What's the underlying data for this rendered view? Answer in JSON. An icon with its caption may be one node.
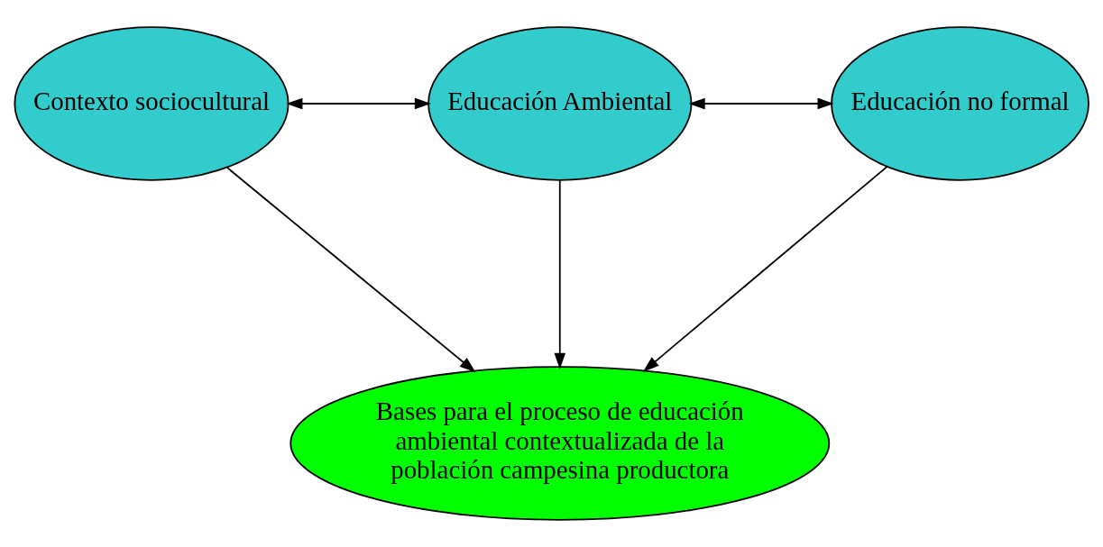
{
  "diagram": {
    "nodes": [
      {
        "text": [
          "Contexto sociocultural"
        ]
      },
      {
        "text": [
          "Educación Ambiental"
        ]
      },
      {
        "text": [
          "Educación no formal"
        ]
      },
      {
        "text": [
          "Bases para el proceso de educación ambiental contextualizada de la población campesina productora"
        ]
      }
    ],
    "edges": [
      {
        "from": 0,
        "to": 1,
        "arrow": "both"
      },
      {
        "from": 1,
        "to": 2,
        "arrow": "both"
      },
      {
        "from": 0,
        "to": 3,
        "arrow": "to"
      },
      {
        "from": 1,
        "to": 3,
        "arrow": "to"
      },
      {
        "from": 2,
        "to": 3,
        "arrow": "to"
      }
    ]
  }
}
